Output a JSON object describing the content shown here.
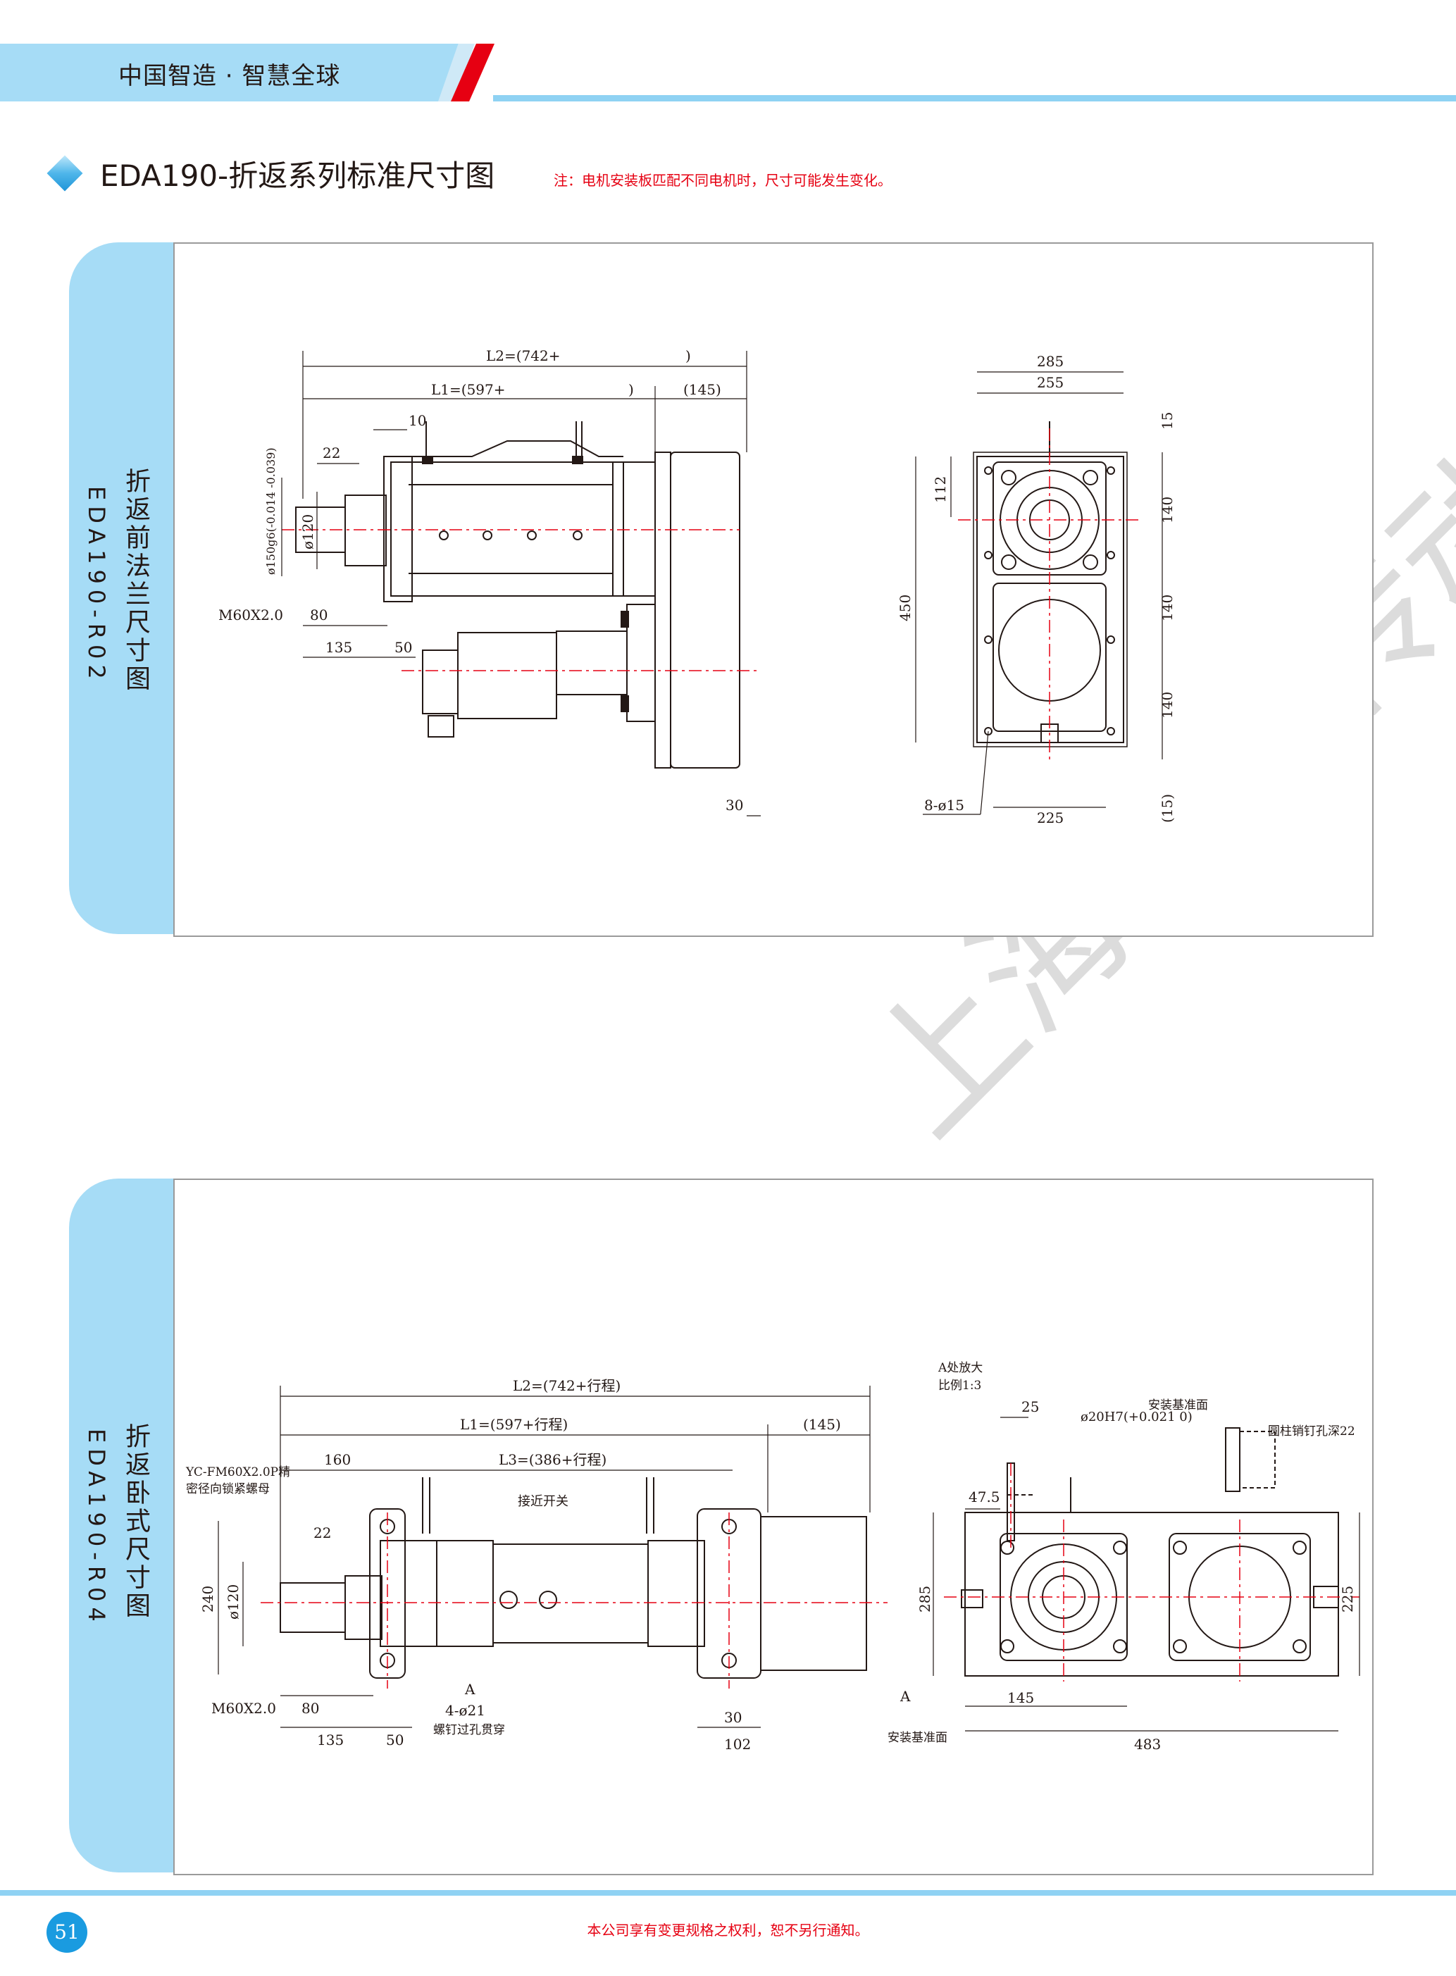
{
  "header": {
    "slogan": "中国智造 · 智慧全球"
  },
  "title": {
    "main": "EDA190-折返系列标准尺寸图",
    "note": "注：电机安装板匹配不同电机时，尺寸可能发生变化。"
  },
  "watermark": "上海枫信传动",
  "colors": {
    "accent_blue": "#a6dcf6",
    "rule_blue": "#8fd2f3",
    "red": "#e60012",
    "dim_red": "#e60012",
    "badge": "#1a9be0"
  },
  "panel1": {
    "tab_cn": "折返前法兰尺寸图",
    "tab_en": "EDA190-R02",
    "dims": {
      "l2": "L2=(742+",
      "l1": "L1=(597+",
      "close": ")",
      "d145": "(145)",
      "d10": "10",
      "d22": "22",
      "d150": "ø150g6(-0.014 -0.039)",
      "d120": "ø120",
      "m60": "M60X2.0",
      "d80": "80",
      "d135": "135",
      "d50": "50",
      "d30": "30",
      "side_285": "285",
      "side_255": "255",
      "side_15": "15",
      "side_112": "112",
      "side_140a": "140",
      "side_450": "450",
      "side_140b": "140",
      "side_140c": "140",
      "side_8phi15": "8-ø15",
      "side_225": "225",
      "side_15b": "(15)"
    }
  },
  "panel2": {
    "tab_cn": "折返卧式尺寸图",
    "tab_en": "EDA190-R04",
    "dims": {
      "l2": "L2=(742+行程)",
      "l1": "L1=(597+行程)",
      "l3": "L3=(386+行程)",
      "d145": "(145)",
      "d160": "160",
      "nut_note_1": "YC-FM60X2.0P精",
      "nut_note_2": "密径向锁紧螺母",
      "proximity": "接近开关",
      "d22": "22",
      "d240": "240",
      "d120": "ø120",
      "m60": "M60X2.0",
      "d80": "80",
      "d135": "135",
      "d50": "50",
      "hole_1": "4-ø21",
      "hole_2": "螺钉过孔贯穿",
      "label_a": "A",
      "d30": "30",
      "d102": "102",
      "detail_title_1": "A处放大",
      "detail_title_2": "比例1:3",
      "d25": "25",
      "fit": "ø20H7(+0.021 0)",
      "base_face": "安装基准面",
      "pin_hole": "圆柱销钉孔深22",
      "side_47_5": "47.5",
      "side_285": "285",
      "side_225": "225",
      "side_145": "145",
      "side_483": "483",
      "side_base_face": "安装基准面",
      "side_a": "A"
    }
  },
  "footer": {
    "page_number": "51",
    "note": "本公司享有变更规格之权利，恕不另行通知。"
  }
}
